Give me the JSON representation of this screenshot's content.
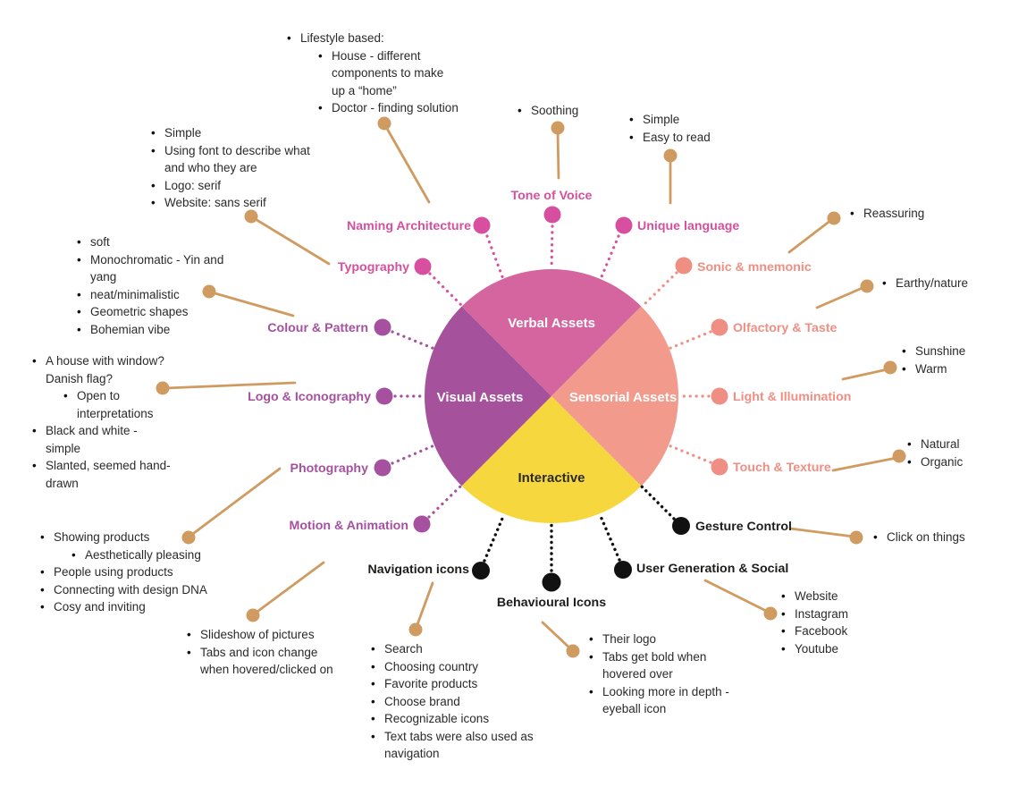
{
  "title": "Brand sensory wheel diagram",
  "palette": {
    "verbal_pink": "#d5659f",
    "sensorial_salmon": "#f29a8c",
    "interactive_yellow": "#f7d73e",
    "visual_purple": "#a5519c",
    "pink_label": "#d4519d",
    "purple_label": "#a5519f",
    "salmon_label": "#ef8f84",
    "black_label": "#1d1d1b",
    "connector_tan": "#cf9b61",
    "note_text": "#2a2a2a"
  },
  "wheel": {
    "segments": [
      {
        "label": "Verbal Assets",
        "color": "#d5659f"
      },
      {
        "label": "Sensorial Assets",
        "color": "#f29a8c"
      },
      {
        "label": "Interactive",
        "color": "#f7d73e"
      },
      {
        "label": "Visual Assets",
        "color": "#a5519c"
      }
    ]
  },
  "spokes": [
    {
      "id": "tone-of-voice",
      "label": "Tone of Voice",
      "category": "verbal",
      "notes": [
        "Soothing"
      ]
    },
    {
      "id": "naming-architecture",
      "label": "Naming Architecture",
      "category": "verbal",
      "notes": [
        "Lifestyle based:",
        [
          "House - different components to make up a “home”",
          "Doctor - finding solution"
        ]
      ]
    },
    {
      "id": "unique-language",
      "label": "Unique language",
      "category": "verbal",
      "notes": [
        "Simple",
        "Easy to read"
      ]
    },
    {
      "id": "typography",
      "label": "Typography",
      "category": "verbal",
      "notes": [
        "Simple",
        "Using font to describe what and who they are",
        "Logo: serif",
        "Website: sans serif"
      ]
    },
    {
      "id": "sonic-mnemonic",
      "label": "Sonic & mnemonic",
      "category": "sensorial",
      "notes": [
        "Reassuring"
      ]
    },
    {
      "id": "colour-pattern",
      "label": "Colour & Pattern",
      "category": "visual",
      "notes": [
        "soft",
        "Monochromatic - Yin and yang",
        "neat/minimalistic",
        "Geometric shapes",
        "Bohemian vibe"
      ]
    },
    {
      "id": "olfactory-taste",
      "label": "Olfactory & Taste",
      "category": "sensorial",
      "notes": [
        "Earthy/nature"
      ]
    },
    {
      "id": "logo-iconography",
      "label": "Logo & Iconography",
      "category": "visual",
      "notes": [
        "A house with window? Danish flag?",
        [
          "Open to interpretations"
        ],
        "Black and white - simple",
        "Slanted, seemed hand-drawn"
      ]
    },
    {
      "id": "light-illumination",
      "label": "Light & Illumination",
      "category": "sensorial",
      "notes": [
        "Sunshine",
        "Warm"
      ]
    },
    {
      "id": "photography",
      "label": "Photography",
      "category": "visual",
      "notes": [
        "Showing products",
        [
          "Aesthetically pleasing"
        ],
        "People using products",
        "Connecting with design DNA",
        "Cosy and inviting"
      ]
    },
    {
      "id": "touch-texture",
      "label": "Touch & Texture",
      "category": "sensorial",
      "notes": [
        "Natural",
        "Organic"
      ]
    },
    {
      "id": "motion-animation",
      "label": "Motion & Animation",
      "category": "visual",
      "notes": [
        "Slideshow of pictures",
        "Tabs and icon change when hovered/clicked on"
      ]
    },
    {
      "id": "gesture-control",
      "label": "Gesture Control",
      "category": "interactive",
      "notes": [
        "Click on things"
      ]
    },
    {
      "id": "navigation-icons",
      "label": "Navigation icons",
      "category": "interactive",
      "notes": [
        "Search",
        "Choosing country",
        "Favorite products",
        "Choose brand",
        "Recognizable icons",
        "Text tabs were also used as navigation"
      ]
    },
    {
      "id": "behavioural-icons",
      "label": "Behavioural Icons",
      "category": "interactive",
      "notes": [
        "Their logo",
        "Tabs get bold when hovered over",
        "Looking more in depth - eyeball icon"
      ]
    },
    {
      "id": "user-generation-social",
      "label": "User Generation & Social",
      "category": "interactive",
      "notes": [
        "Website",
        "Instagram",
        "Facebook",
        "Youtube"
      ]
    }
  ]
}
